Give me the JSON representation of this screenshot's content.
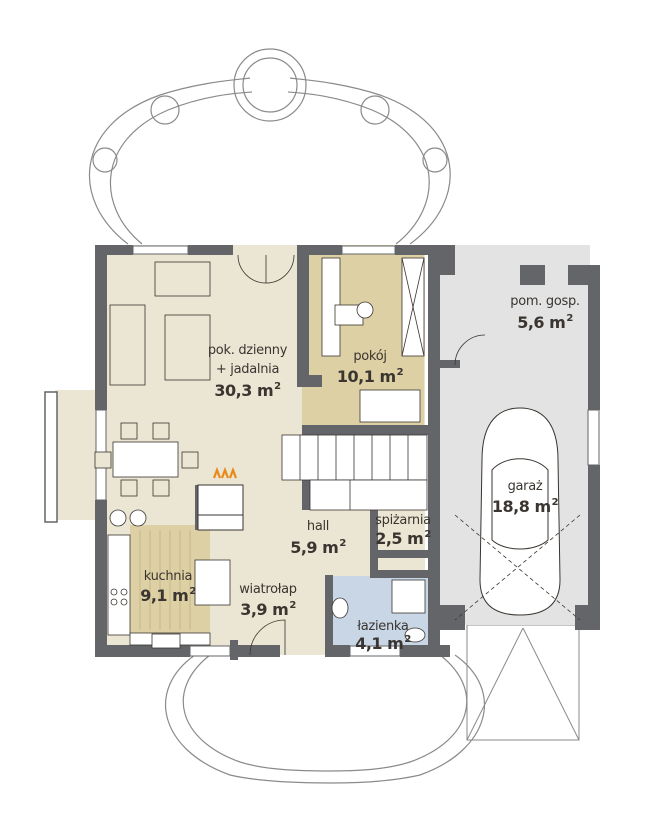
{
  "colors": {
    "wall": "#636569",
    "living_floor": "#ebe5d3",
    "room_floor": "#ddd0a4",
    "tile_floor": "#c8d6e6",
    "garage_floor": "#e3e3e3",
    "line": "#3a3530",
    "flame": "#e88a1a"
  },
  "rooms": [
    {
      "id": "living",
      "name": "pok. dzienny",
      "name2": "+ jadalnia",
      "area": "30,3",
      "unit": "m"
    },
    {
      "id": "pokoj",
      "name": "pokój",
      "area": "10,1",
      "unit": "m"
    },
    {
      "id": "kuchnia",
      "name": "kuchnia",
      "area": "9,1",
      "unit": "m"
    },
    {
      "id": "hall",
      "name": "hall",
      "area": "5,9",
      "unit": "m"
    },
    {
      "id": "spizarnia",
      "name": "spiżarnia",
      "area": "2,5",
      "unit": "m"
    },
    {
      "id": "wiatrolap",
      "name": "wiatrołap",
      "area": "3,9",
      "unit": "m"
    },
    {
      "id": "lazienka",
      "name": "łazienka",
      "area": "4,1",
      "unit": "m"
    },
    {
      "id": "pom_gosp",
      "name": "pom. gosp.",
      "area": "5,6",
      "unit": "m"
    },
    {
      "id": "garaz",
      "name": "garaż",
      "area": "18,8",
      "unit": "m"
    }
  ],
  "area_superscript": "2"
}
